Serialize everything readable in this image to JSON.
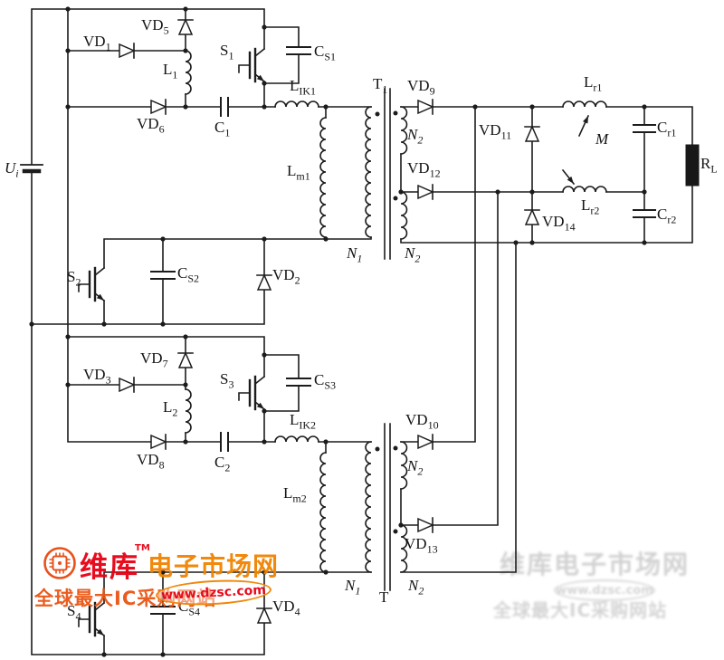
{
  "diagram": {
    "ink_color": "#1c1c1c",
    "background": "#ffffff"
  },
  "labels": {
    "ui": {
      "t": "U",
      "s": "i"
    },
    "vd1": {
      "t": "VD",
      "s": "1"
    },
    "vd2": {
      "t": "VD",
      "s": "2"
    },
    "vd3": {
      "t": "VD",
      "s": "3"
    },
    "vd4": {
      "t": "VD",
      "s": "4"
    },
    "vd5": {
      "t": "VD",
      "s": "5"
    },
    "vd6": {
      "t": "VD",
      "s": "6"
    },
    "vd7": {
      "t": "VD",
      "s": "7"
    },
    "vd8": {
      "t": "VD",
      "s": "8"
    },
    "vd9": {
      "t": "VD",
      "s": "9"
    },
    "vd10": {
      "t": "VD",
      "s": "10"
    },
    "vd11": {
      "t": "VD",
      "s": "11"
    },
    "vd12": {
      "t": "VD",
      "s": "12"
    },
    "vd13": {
      "t": "VD",
      "s": "13"
    },
    "vd14": {
      "t": "VD",
      "s": "14"
    },
    "s1": {
      "t": "S",
      "s": "1"
    },
    "s2": {
      "t": "S",
      "s": "2"
    },
    "s3": {
      "t": "S",
      "s": "3"
    },
    "s4": {
      "t": "S",
      "s": "4"
    },
    "cs1": {
      "t": "C",
      "s": "S1"
    },
    "cs2": {
      "t": "C",
      "s": "S2"
    },
    "cs3": {
      "t": "C",
      "s": "S3"
    },
    "cs4": {
      "t": "C",
      "s": "S4"
    },
    "l1": {
      "t": "L",
      "s": "1"
    },
    "l2": {
      "t": "L",
      "s": "2"
    },
    "lik1": {
      "t": "L",
      "s": "IK1"
    },
    "lik2": {
      "t": "L",
      "s": "IK2"
    },
    "lm1": {
      "t": "L",
      "s": "m1"
    },
    "lm2": {
      "t": "L",
      "s": "m2"
    },
    "c1": {
      "t": "C",
      "s": "1"
    },
    "c2": {
      "t": "C",
      "s": "2"
    },
    "t1": {
      "t": "T",
      "s": "1"
    },
    "t2": {
      "t": "T",
      "s": ""
    },
    "n1": {
      "t": "N",
      "s": "1"
    },
    "n2": {
      "t": "N",
      "s": "2"
    },
    "lr1": {
      "t": "L",
      "s": "r1"
    },
    "lr2": {
      "t": "L",
      "s": "r2"
    },
    "cr1": {
      "t": "C",
      "s": "r1"
    },
    "cr2": {
      "t": "C",
      "s": "r2"
    },
    "rl": {
      "t": "R",
      "s": "L"
    },
    "m": {
      "t": "M",
      "s": ""
    }
  },
  "watermark": {
    "brand": "维库",
    "tm": "TM",
    "suffix": "电子市场网",
    "slogan": "全球最大IC采购网站",
    "url": "www.dzsc.com",
    "brand_color": "#e60012",
    "accent_color": "#f08300",
    "ghost_line1": "维库电子市场网",
    "ghost_line2": "全球最大IC采购网站",
    "ghost_url": "www.dzsc.com",
    "ghost_color": "#c9c9c9"
  }
}
